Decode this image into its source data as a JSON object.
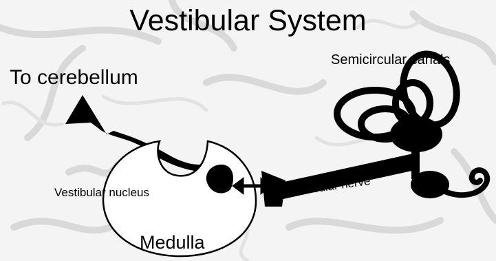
{
  "title": "Vestibular System",
  "labels": {
    "to_cerebellum": "To cerebellum",
    "semicircular_canals": "Semicircular canals",
    "vestibular_nucleus": "Vestibular nucleus",
    "vestibular_nerve": "Vestibular nerve",
    "medulla": "Medulla"
  },
  "colors": {
    "background": "#f4f4f4",
    "ink": "#000000",
    "medulla_fill": "#ffffff",
    "texture": "#d8d8d8"
  }
}
